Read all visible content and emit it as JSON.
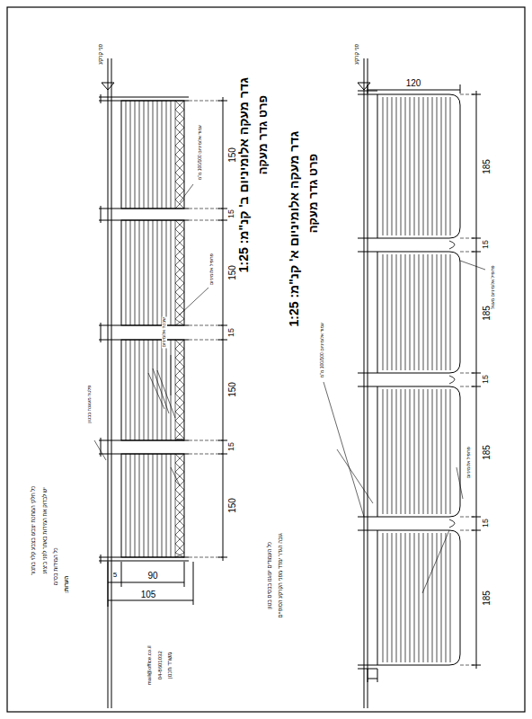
{
  "diagram": {
    "labels": [
      "150",
      "15",
      "150",
      "15",
      "150",
      "15",
      "150",
      "90",
      "105",
      "5",
      "120",
      "185",
      "15",
      "185",
      "15",
      "185",
      "15",
      "185",
      "פני קרקע",
      "פני קרקע",
      "גדר מעקה אלומיניום ב' קנ\"מ: 1:25",
      "פרט גדר מעקה",
      "גדר מעקה אלומיניום א' קנ\"מ: 1:25",
      "פרט גדר מעקה",
      "עמוד אלומיניום 100/100 מ\"מ",
      "פרופיל אלומיניום",
      "שבכה אלומיניום",
      "פלטה מעוגנת בבטון",
      "פרופיל אלומיניום מעוגל",
      "עמוד אלומיניום 100/100 מ\"מ",
      "פרופיל אלומיניום",
      "הערות:",
      "כל המידות בס\"מ",
      "יש לבדוק את המידות באתר לפני ביצוע",
      "כל חלקי המתכת יצבעו בצבע קלוי בתנור",
      "כל העמודים יעוגנו בבסיס בטון",
      "גובה הגדר ימדד מפני הקרקע הסופיים",
      "משרד תכנון",
      "04-8601032",
      "mail@office.co.il"
    ]
  }
}
